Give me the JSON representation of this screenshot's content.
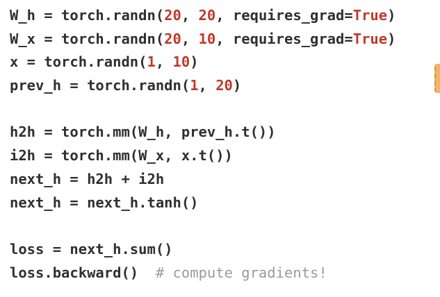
{
  "colors": {
    "background": "#ffffff",
    "code_text": "#2f2f2f",
    "literal": "#c0392b",
    "comment": "#9a9a9a",
    "edge_marker": "#f2b36b"
  },
  "code": {
    "lines": [
      [
        {
          "t": "W_h = torch.randn(",
          "k": "plain"
        },
        {
          "t": "20",
          "k": "num"
        },
        {
          "t": ", ",
          "k": "plain"
        },
        {
          "t": "20",
          "k": "num"
        },
        {
          "t": ", requires_grad=",
          "k": "plain"
        },
        {
          "t": "True",
          "k": "bool"
        },
        {
          "t": ")",
          "k": "plain"
        }
      ],
      [
        {
          "t": "W_x = torch.randn(",
          "k": "plain"
        },
        {
          "t": "20",
          "k": "num"
        },
        {
          "t": ", ",
          "k": "plain"
        },
        {
          "t": "10",
          "k": "num"
        },
        {
          "t": ", requires_grad=",
          "k": "plain"
        },
        {
          "t": "True",
          "k": "bool"
        },
        {
          "t": ")",
          "k": "plain"
        }
      ],
      [
        {
          "t": "x = torch.randn(",
          "k": "plain"
        },
        {
          "t": "1",
          "k": "num"
        },
        {
          "t": ", ",
          "k": "plain"
        },
        {
          "t": "10",
          "k": "num"
        },
        {
          "t": ")",
          "k": "plain"
        }
      ],
      [
        {
          "t": "prev_h = torch.randn(",
          "k": "plain"
        },
        {
          "t": "1",
          "k": "num"
        },
        {
          "t": ", ",
          "k": "plain"
        },
        {
          "t": "20",
          "k": "num"
        },
        {
          "t": ")",
          "k": "plain"
        }
      ],
      [],
      [
        {
          "t": "h2h = torch.mm(W_h, prev_h.t())",
          "k": "plain"
        }
      ],
      [
        {
          "t": "i2h = torch.mm(W_x, x.t())",
          "k": "plain"
        }
      ],
      [
        {
          "t": "next_h = h2h + i2h",
          "k": "plain"
        }
      ],
      [
        {
          "t": "next_h = next_h.tanh()",
          "k": "plain"
        }
      ],
      [],
      [
        {
          "t": "loss = next_h.sum()",
          "k": "plain"
        }
      ],
      [
        {
          "t": "loss.backward()  ",
          "k": "plain"
        },
        {
          "t": "# compute gradients!",
          "k": "comment"
        }
      ]
    ]
  }
}
